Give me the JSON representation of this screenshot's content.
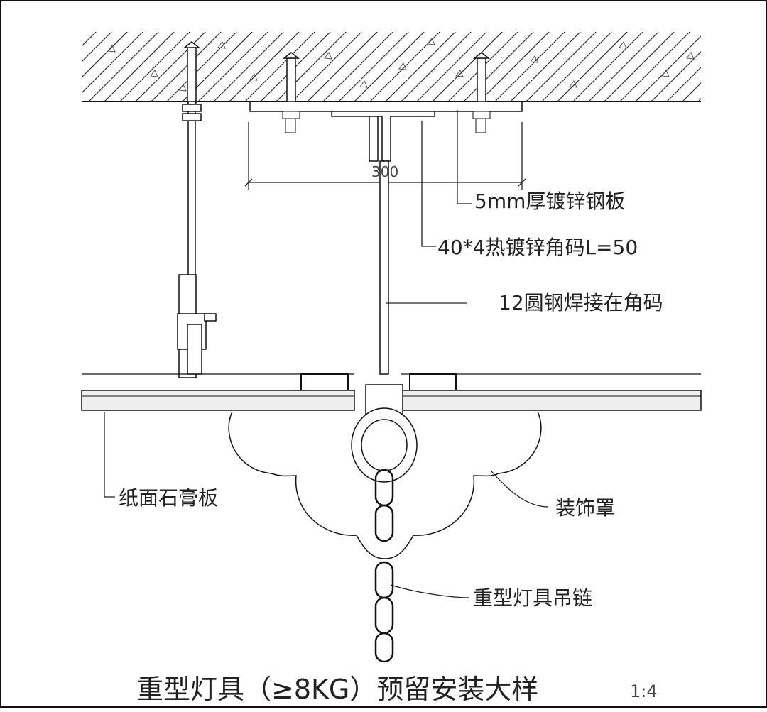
{
  "drawing": {
    "title": "重型灯具（≥8KG）预留安装大样",
    "scale": "1:4",
    "dimension": "300",
    "callouts": {
      "steel_plate": "5mm厚镀锌钢板",
      "angle_code": "40*4热镀锌角码L=50",
      "round_steel": "12圆钢焊接在角码",
      "gypsum_board": "纸面石膏板",
      "decor_cover": "装饰罩",
      "chain": "重型灯具吊链"
    }
  }
}
